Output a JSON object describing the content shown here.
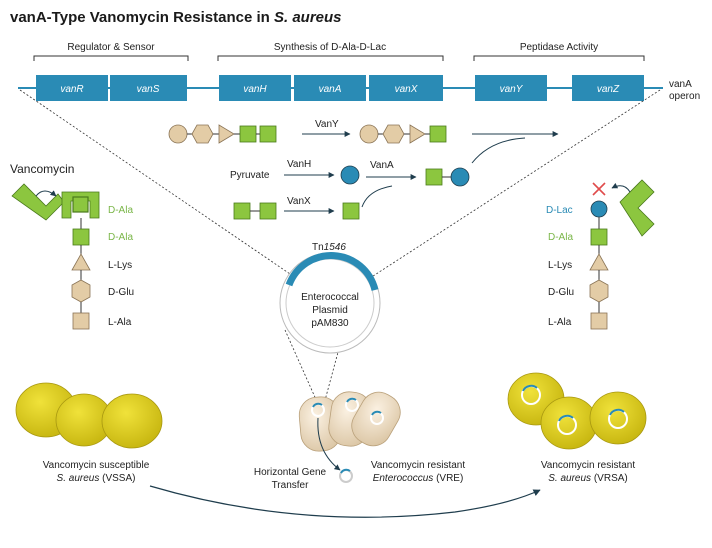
{
  "title": {
    "main": "vanA-Type Vanomycin Resistance in ",
    "species": "S. aureus"
  },
  "groups": {
    "regulator": "Regulator & Sensor",
    "synthesis": "Synthesis of D-Ala-D-Lac",
    "peptidase": "Peptidase Activity"
  },
  "genes": [
    "vanR",
    "vanS",
    "vanH",
    "vanA",
    "vanX",
    "vanY",
    "vanZ"
  ],
  "operon": {
    "line1": "vanA",
    "line2": "operon"
  },
  "pathway": {
    "vany": "VanY",
    "vanh": "VanH",
    "vana": "VanA",
    "vanx": "VanX",
    "pyruvate": "Pyruvate"
  },
  "left_chain": {
    "title": "Vancomycin",
    "labels": [
      "D-Ala",
      "D-Ala",
      "L-Lys",
      "D-Glu",
      "L-Ala"
    ]
  },
  "right_chain": {
    "labels": [
      "D-Lac",
      "D-Ala",
      "L-Lys",
      "D-Glu",
      "L-Ala"
    ]
  },
  "plasmid": {
    "tn_prefix": "Tn",
    "tn_number": "1546",
    "line1": "Enterococcal",
    "line2": "Plasmid",
    "line3": "pAM830"
  },
  "bottom": {
    "vssa_line1": "Vancomycin susceptible",
    "vssa_species": "S. aureus",
    "vssa_tag": " (VSSA)",
    "hgt_line1": "Horizontal Gene",
    "hgt_line2": "Transfer",
    "vre_line1": "Vancomycin resistant",
    "vre_species": "Enterococcus",
    "vre_tag": " (VRE)",
    "vrsa_line1": "Vancomycin resistant",
    "vrsa_species": "S. aureus",
    "vrsa_tag": " (VRSA)"
  },
  "colors": {
    "gene_blue": "#2a8bb5",
    "green": "#8cc63f",
    "tan": "#e3cca6",
    "yellow": "#e1d21e",
    "dark": "#1f3d4d"
  }
}
